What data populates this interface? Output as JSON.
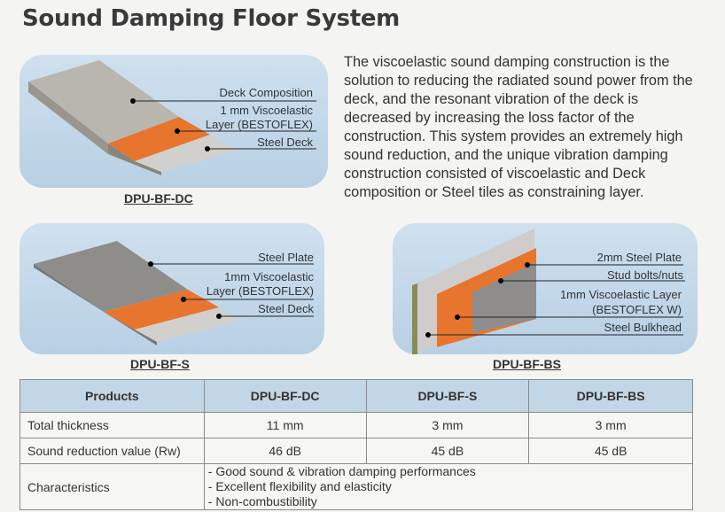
{
  "title": "Sound Damping Floor System",
  "description": "The viscoelastic sound damping construction is the solution to reducing the radiated sound power from the deck, and the resonant vibration of the deck is decreased by increasing the loss factor of the construction. This system provides an extremely high sound reduction, and the unique vibration damping construction consisted of viscoelastic and Deck composition or Steel tiles as constraining layer.",
  "diagrams": {
    "dc": {
      "caption": "DPU-BF-DC",
      "labels": [
        "Deck Composition",
        "1 mm Viscoelastic",
        "Layer (BESTOFLEX)",
        "Steel Deck"
      ]
    },
    "s": {
      "caption": "DPU-BF-S",
      "labels": [
        "Steel Plate",
        "1mm Viscoelastic",
        "Layer (BESTOFLEX)",
        "Steel Deck"
      ]
    },
    "bs": {
      "caption": "DPU-BF-BS",
      "labels": [
        "2mm Steel Plate",
        "Stud bolts/nuts",
        "1mm Viscoelastic Layer",
        "(BESTOFLEX W)",
        "Steel Bulkhead"
      ]
    }
  },
  "table": {
    "headers": [
      "Products",
      "DPU-BF-DC",
      "DPU-BF-S",
      "DPU-BF-BS"
    ],
    "rows": [
      [
        "Total thickness",
        "11 mm",
        "3 mm",
        "3 mm"
      ],
      [
        "Sound reduction value (Rw)",
        "46 dB",
        "45 dB",
        "45 dB"
      ]
    ],
    "characteristics_label": "Characteristics",
    "characteristics": [
      "- Good sound & vibration damping performances",
      "- Excellent flexibility and elasticity",
      "- Non-combustibility"
    ]
  },
  "colors": {
    "orange": "#e8752e",
    "panel": "#c5d9ea",
    "header": "#c3d6e6"
  }
}
